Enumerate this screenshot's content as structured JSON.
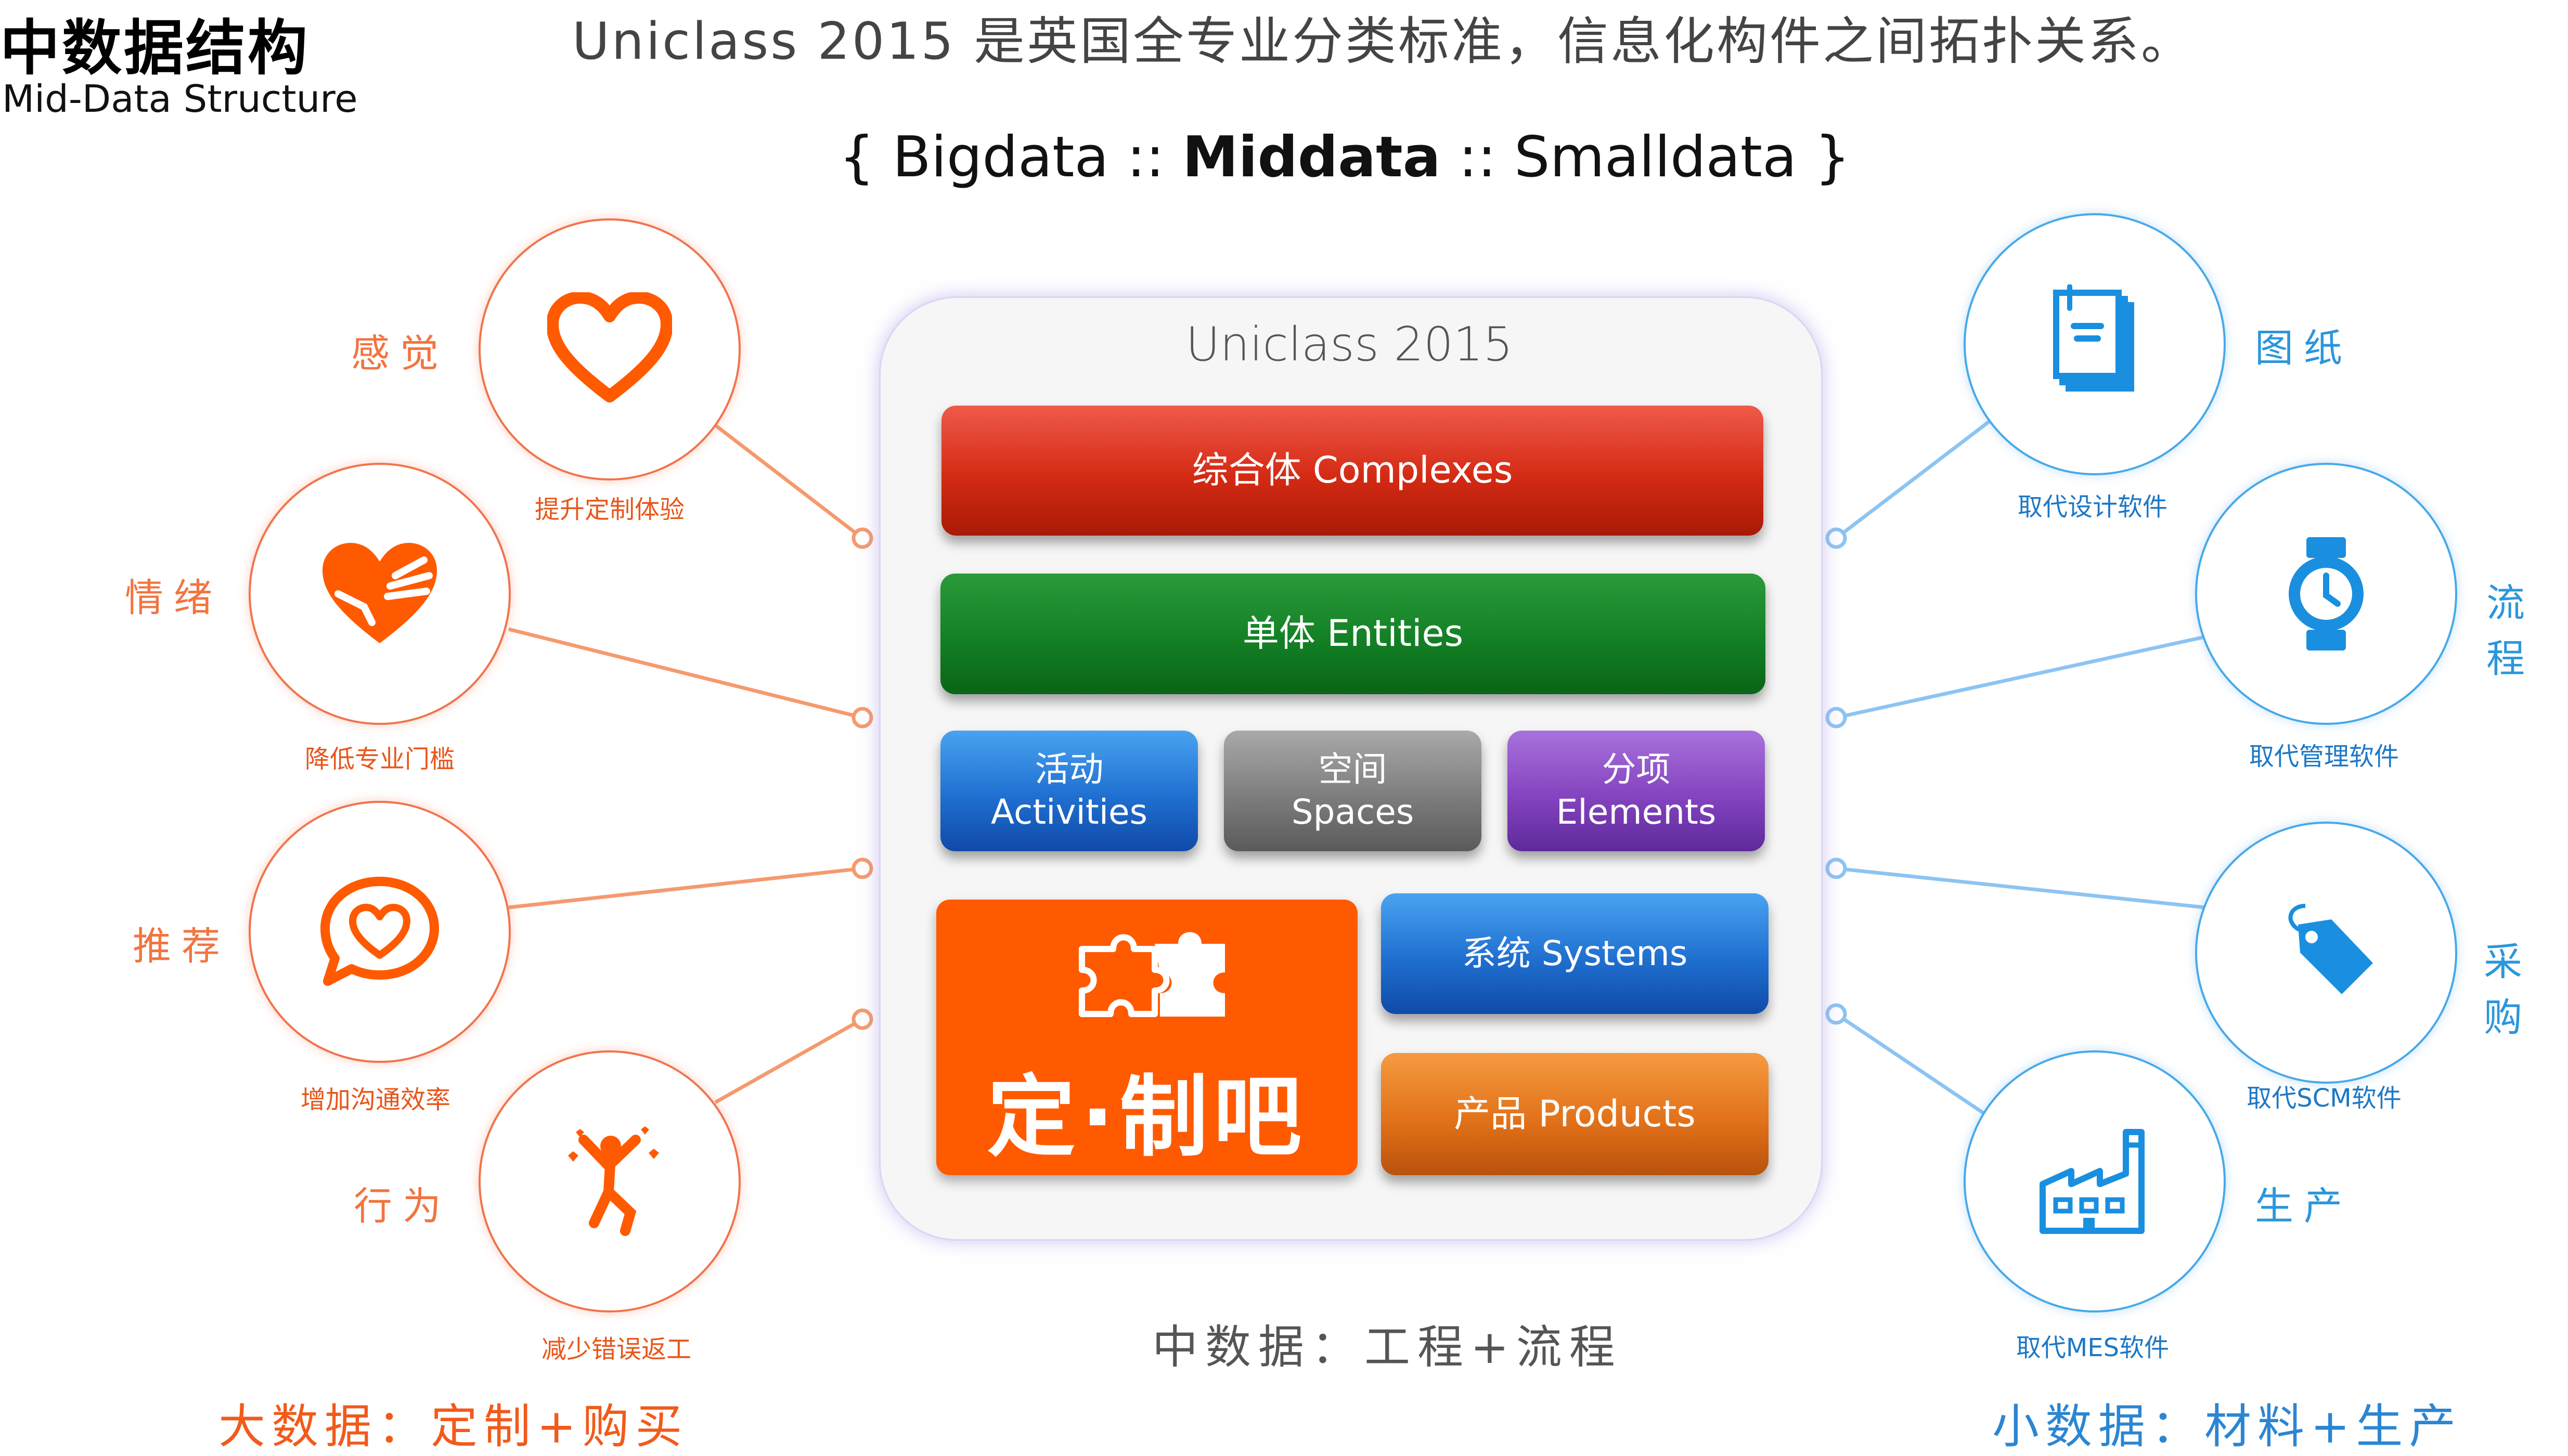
{
  "header": {
    "title": "中数据结构",
    "subtitle": "Mid-Data Structure",
    "headline": "Uniclass 2015 是英国全专业分类标准，信息化构件之间拓扑关系。",
    "formula": {
      "open": "{ Bigdata :: ",
      "bold": "Middata",
      "close": " :: Smalldata }"
    }
  },
  "panel": {
    "title": "Uniclass 2015",
    "complexes": "综合体 Complexes",
    "entities": "单体 Entities",
    "activities": [
      "活动",
      "Activities"
    ],
    "spaces": [
      "空间",
      "Spaces"
    ],
    "elements": [
      "分项",
      "Elements"
    ],
    "systems": "系统 Systems",
    "products": "产品 Products",
    "brand": "定·制吧"
  },
  "left_items": [
    {
      "label": "感觉",
      "caption": "提升定制体验",
      "icon": "heart-icon"
    },
    {
      "label": "情绪",
      "caption": "降低专业门槛",
      "icon": "heart-hands-icon"
    },
    {
      "label": "推荐",
      "caption": "增加沟通效率",
      "icon": "speech-heart-icon"
    },
    {
      "label": "行为",
      "caption": "减少错误返工",
      "icon": "jumping-person-icon"
    }
  ],
  "right_items": [
    {
      "label": "图纸",
      "caption": "取代设计软件",
      "icon": "document-stack-icon"
    },
    {
      "label": "流程",
      "caption": "取代管理软件",
      "icon": "watch-icon"
    },
    {
      "label": "采购",
      "caption": "取代SCM软件",
      "icon": "price-tag-icon"
    },
    {
      "label": "生产",
      "caption": "取代MES软件",
      "icon": "factory-icon"
    }
  ],
  "footer": {
    "middle": "中数据：工程+流程",
    "left": "大数据：定制+购买",
    "right": "小数据：材料+生产"
  },
  "colors": {
    "left_accent": "#f27440",
    "right_accent": "#2b96dc",
    "brand_orange": "#ff5a00"
  }
}
